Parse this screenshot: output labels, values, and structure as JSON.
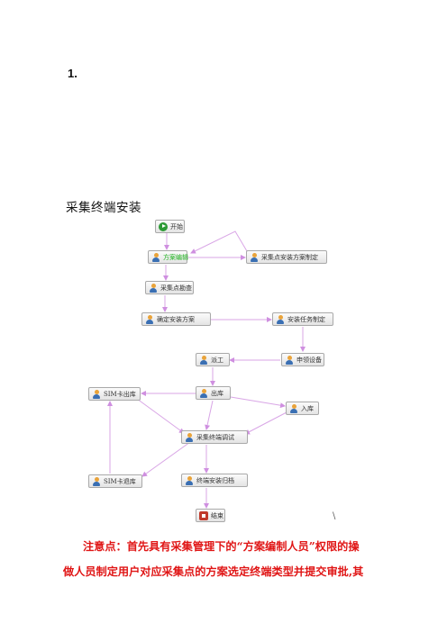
{
  "heading": "1.",
  "section_title": "采集终端安装",
  "flow": {
    "nodes": {
      "start": "开始",
      "plan_edit": "方案编辑",
      "plan_make": "采集点安装方案制定",
      "survey": "采集点勘查",
      "confirm_plan": "确定安装方案",
      "task_make": "安装任务制定",
      "request_device": "申领设备",
      "dispatch": "派工",
      "out_stock": "出库",
      "sim_out": "SIM卡出库",
      "in_stock": "入库",
      "debug": "采集终端调试",
      "sim_return": "SIM卡退库",
      "archive": "终端安装归档",
      "end": "结束"
    },
    "edge_color": "#d9a6e6"
  },
  "stray_mark": "\\",
  "note": {
    "line1": "注意点：首先具有采集管理下的“方案编制人员”权限的操",
    "line2": "做人员制定用户对应采集点的方案选定终端类型并提交审批,其",
    "color": "#e01616"
  }
}
